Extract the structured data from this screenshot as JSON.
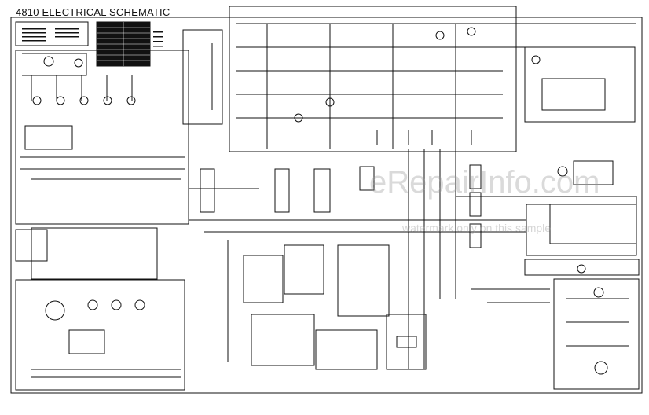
{
  "title": "4810 ELECTRICAL SCHEMATIC",
  "watermark": {
    "main": "eRepairInfo.com",
    "sub": "watermark only on this sample"
  },
  "colors": {
    "wire": "#111111",
    "background": "#ffffff",
    "watermark": "#9a9a9a"
  }
}
